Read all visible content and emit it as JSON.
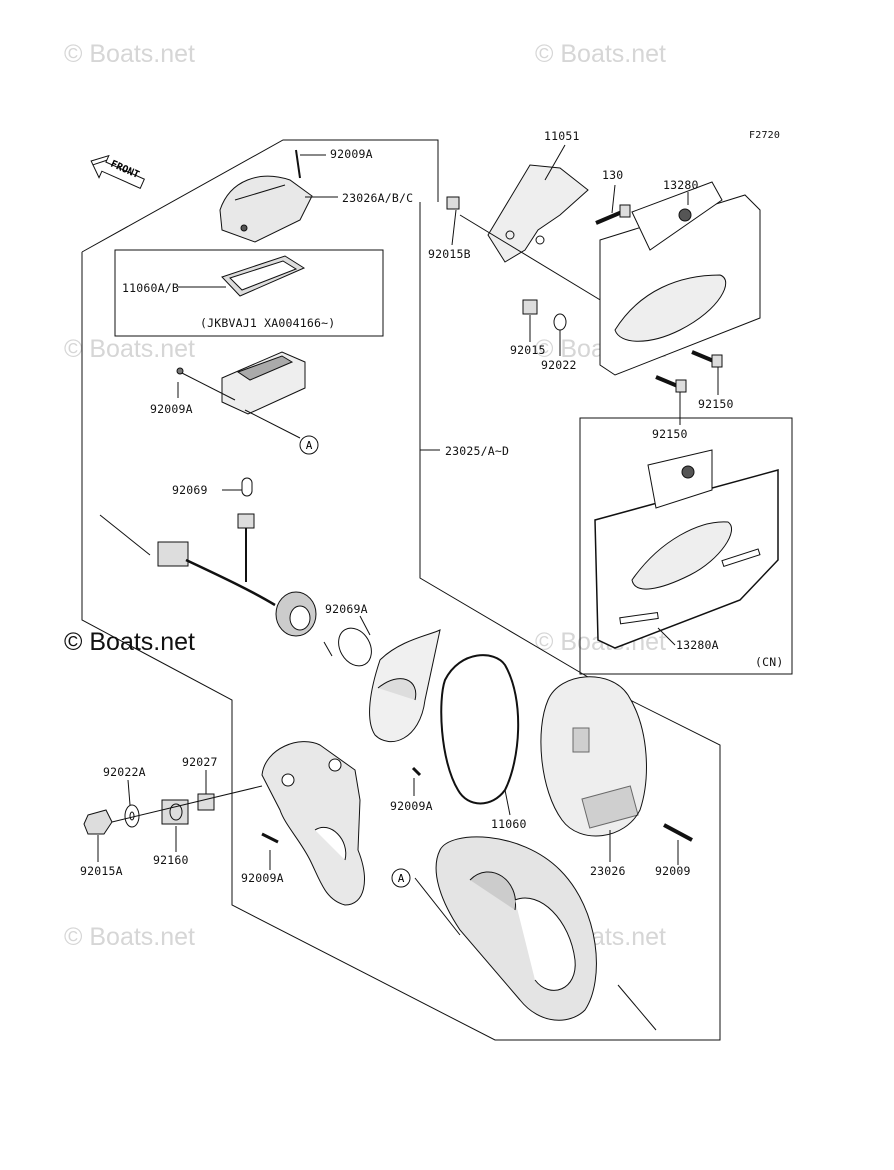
{
  "diagram_code": "F2720",
  "watermark": "© Boats.net",
  "front_marker": "FRONT",
  "callout_ref": "A",
  "parts": {
    "p92009A_top": "92009A",
    "p23026ABC": "23026A/B/C",
    "p11060AB": "11060A/B",
    "serial_note": "(JKBVAJ1 XA004166~)",
    "p92009A_mid": "92009A",
    "p92069": "92069",
    "p92069A": "92069A",
    "p11051": "11051",
    "p130": "130",
    "p13280": "13280",
    "p92015B": "92015B",
    "p92015": "92015",
    "p92022": "92022",
    "p92150_a": "92150",
    "p92150_b": "92150",
    "p23025": "23025/A~D",
    "p13280A": "13280A",
    "cn_note": "(CN)",
    "p92022A": "92022A",
    "p92027": "92027",
    "p92015A": "92015A",
    "p92160": "92160",
    "p92009A_low": "92009A",
    "p92009A_bot": "92009A",
    "p11060": "11060",
    "p23026": "23026",
    "p92009": "92009"
  }
}
